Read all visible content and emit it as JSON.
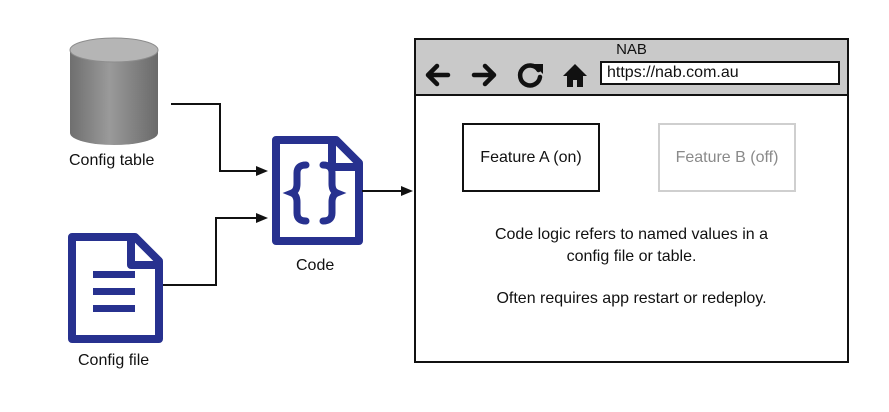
{
  "nodes": {
    "config_table": {
      "label": "Config table"
    },
    "config_file": {
      "label": "Config file"
    },
    "code": {
      "label": "Code"
    }
  },
  "browser": {
    "title": "NAB",
    "url": "https://nab.com.au",
    "nav_icons": [
      "back-arrow-icon",
      "forward-arrow-icon",
      "reload-icon",
      "home-icon"
    ],
    "feature_a": "Feature A (on)",
    "feature_b": "Feature B (off)",
    "desc_line1": "Code logic refers to named values in a",
    "desc_line2": "config file or table.",
    "desc_line3": "Often requires app restart or redeploy."
  },
  "colors": {
    "icon_navy": "#27318f",
    "db_gray": "#7a7a7a",
    "chrome_gray": "#c9c9c9",
    "disabled_gray": "#8a8a8a"
  }
}
